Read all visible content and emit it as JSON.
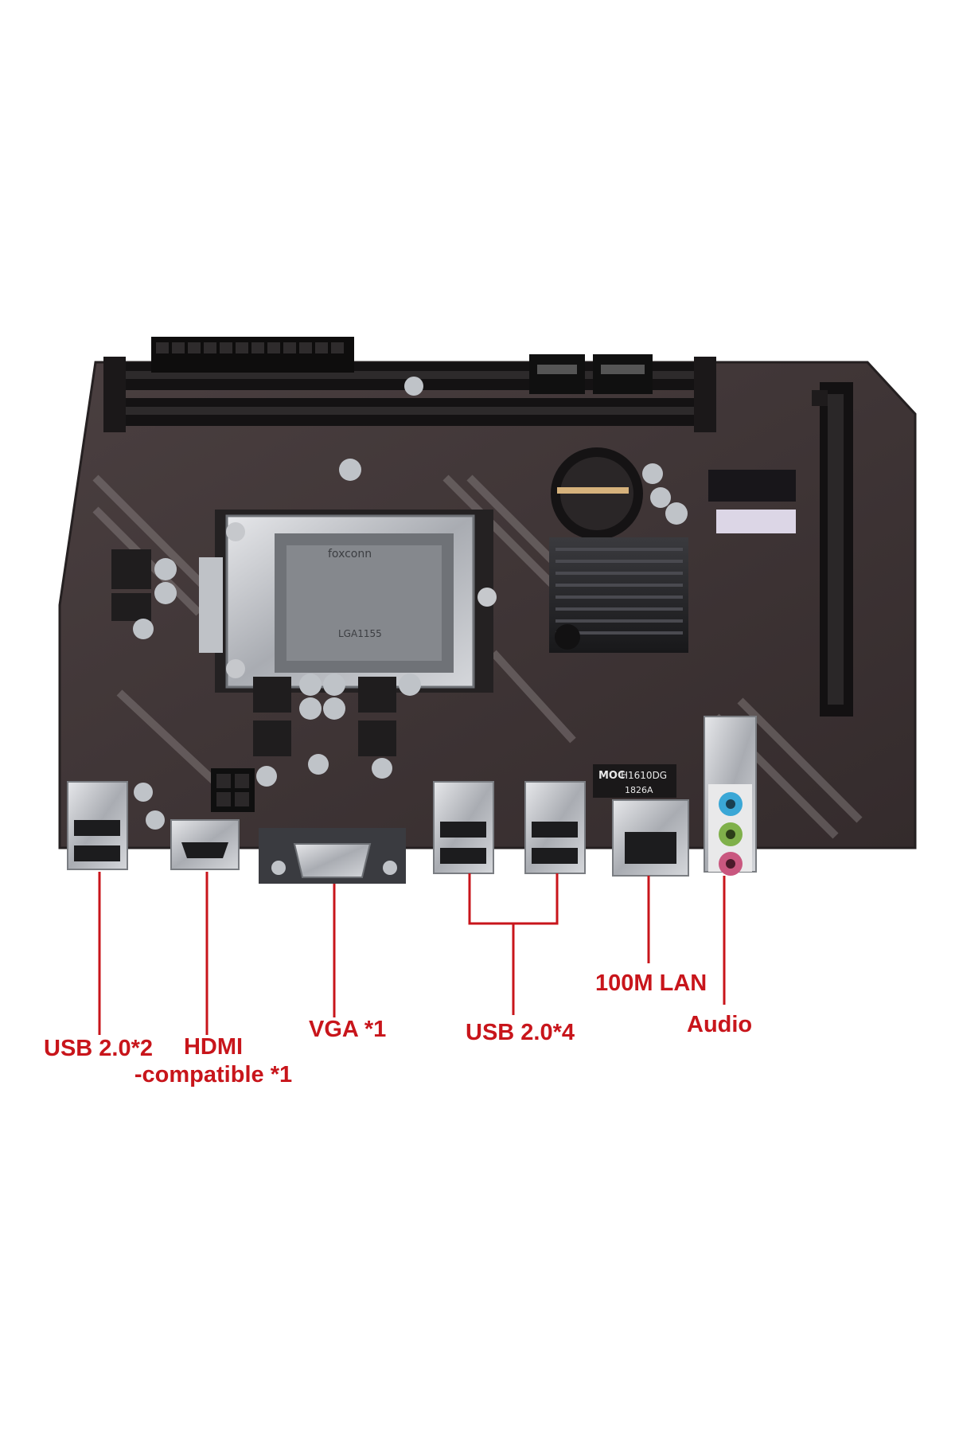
{
  "board": {
    "socket_label": "LGA1155",
    "socket_brand": "foxconn",
    "lan_chip_brand": "MOC",
    "lan_chip_model": "H1610DG",
    "lan_chip_code": "1826A"
  },
  "callouts": {
    "usb_rear": "USB 2.0*2",
    "hdmi_line1": "HDMI",
    "hdmi_line2": "-compatible *1",
    "vga": "VGA *1",
    "usb_middle": "USB 2.0*4",
    "lan": "100M LAN",
    "audio": "Audio"
  },
  "colors": {
    "pcb": "#3d3334",
    "callout": "#c8151b",
    "audio_blue": "#3aa7d6",
    "audio_green": "#7fb04a",
    "audio_pink": "#c9577f"
  }
}
